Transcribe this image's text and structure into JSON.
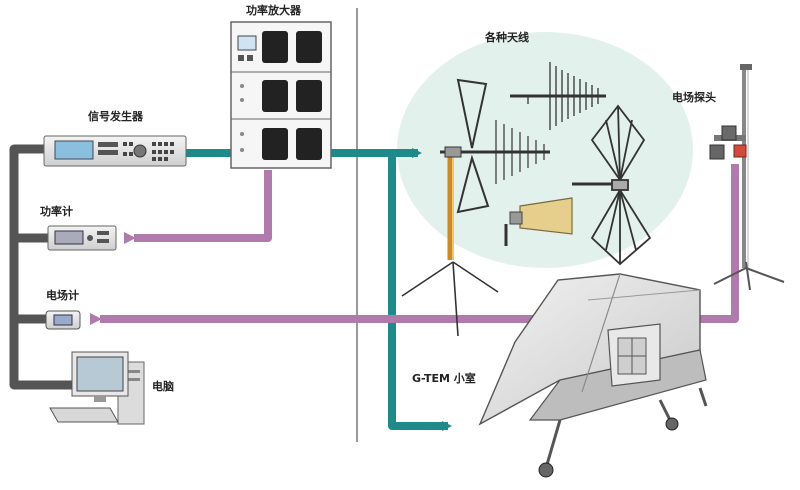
{
  "labels": {
    "power_amplifier": "功率放大器",
    "signal_generator": "信号发生器",
    "power_meter": "功率计",
    "field_meter": "电场计",
    "computer": "电脑",
    "antennas": "各种天线",
    "field_probe": "电场探头",
    "gtem_cell": "G-TEM 小室"
  },
  "colors": {
    "rf_path": "#1f8a8a",
    "feedback_path": "#b07aac",
    "control_path": "#555555",
    "antenna_area": "#e3f1ec",
    "divider": "#9a9a9a"
  }
}
